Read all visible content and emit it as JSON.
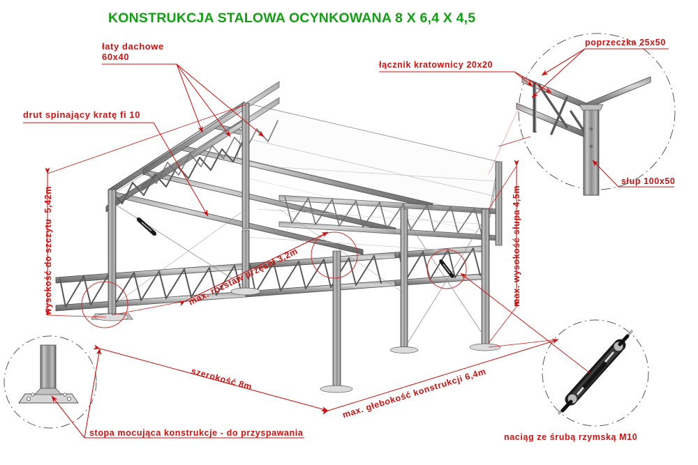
{
  "document": {
    "title": "KONSTRUKCJA STALOWA OCYNKOWANA 8 X 6,4 X 4,5",
    "title_color": "#11a011",
    "annotation_color": "#cc1111",
    "drawing_color": "#585858",
    "background": "#ffffff"
  },
  "callouts": {
    "roof_battens": "łaty dachowe\n60x40",
    "bracing_wire": "drut spinający kratę fi 10",
    "truss_connector": "łącznik kratownicy 20x20",
    "crossbar": "poprzeczka 25x50",
    "column": "słup 100x50",
    "base_plate": "stopa mocująca konstrukcje - do przyspawania",
    "turnbuckle": "naciąg ze śrubą rzymską M10"
  },
  "dimensions": {
    "ridge_height": "wysokość do szczytu  5,42m",
    "column_height": "max. wysokość słupa 4,5m",
    "bay_spacing": "max. rozstaw przęseł 3,2m",
    "width": "szerokość 8m",
    "depth": "max. głebokość konstrukcji 6,4m"
  },
  "details": [
    {
      "name": "truss-column-joint-detail",
      "shape": "dash-dot-circle"
    },
    {
      "name": "base-plate-detail",
      "shape": "dash-dot-circle"
    },
    {
      "name": "turnbuckle-detail",
      "shape": "dash-dot-circle"
    },
    {
      "name": "base-marker-circle",
      "shape": "solid-circle"
    },
    {
      "name": "truss-marker-circle",
      "shape": "solid-circle"
    },
    {
      "name": "turnbuckle-marker-circle",
      "shape": "solid-circle"
    }
  ],
  "chart_data": {
    "type": "table",
    "title": "KONSTRUKCJA STALOWA OCYNKOWANA 8 X 6,4 X 4,5",
    "categories": [
      "szerokość",
      "max. głebokość konstrukcji",
      "max. wysokość słupa",
      "wysokość do szczytu",
      "max. rozstaw przęseł"
    ],
    "values": [
      8,
      6.4,
      4.5,
      5.42,
      3.2
    ],
    "units": "m",
    "members": [
      {
        "name": "łaty dachowe",
        "profile": "60x40"
      },
      {
        "name": "poprzeczka",
        "profile": "25x50"
      },
      {
        "name": "łącznik kratownicy",
        "profile": "20x20"
      },
      {
        "name": "słup",
        "profile": "100x50"
      },
      {
        "name": "drut spinający kratę",
        "profile": "fi 10"
      },
      {
        "name": "naciąg ze śrubą rzymską",
        "profile": "M10"
      }
    ]
  }
}
